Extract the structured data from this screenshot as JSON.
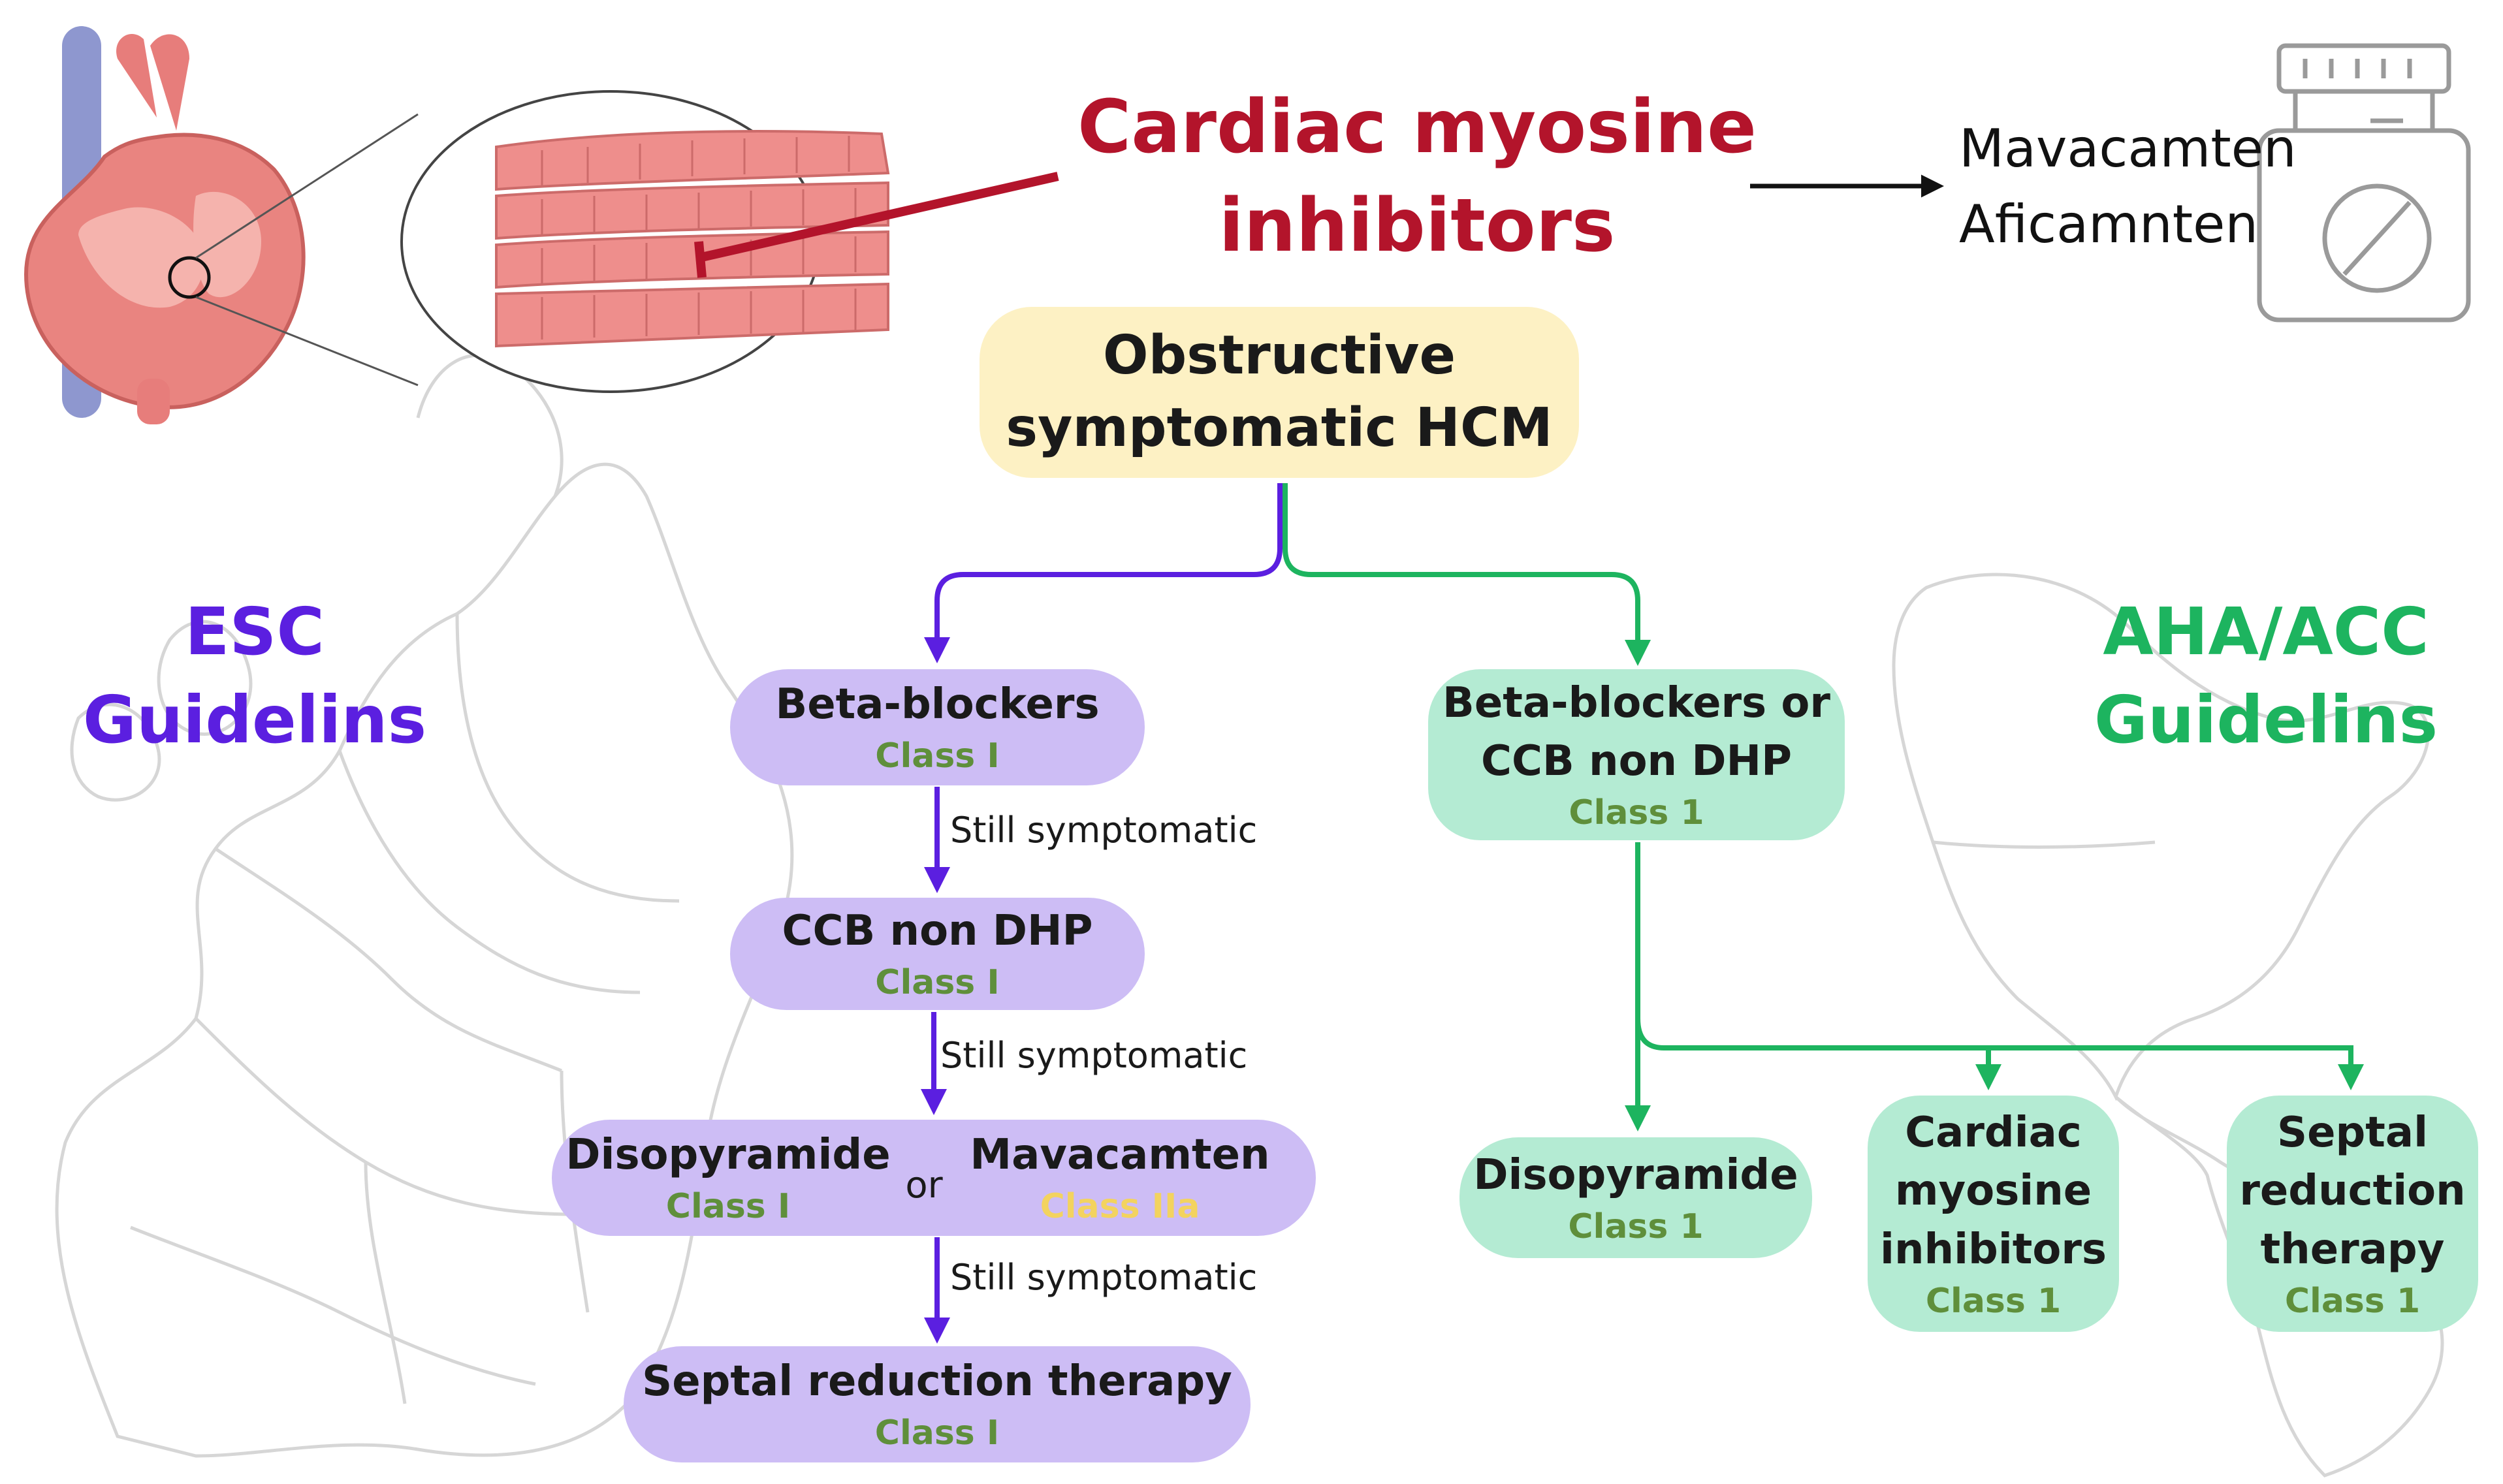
{
  "title": {
    "line1": "Cardiac myosine",
    "line2": "inhibitors"
  },
  "drugs": {
    "item1": "Mavacamten",
    "item2": "Aficamnten"
  },
  "root": {
    "line1": "Obstructive",
    "line2": "symptomatic HCM"
  },
  "esc": {
    "heading_line1": "ESC",
    "heading_line2": "Guidelins",
    "step1": {
      "name": "Beta-blockers",
      "cls": "Class I"
    },
    "transition1": "Still symptomatic",
    "step2": {
      "name": "CCB non DHP",
      "cls": "Class I"
    },
    "transition2": "Still symptomatic",
    "step3": {
      "left": {
        "name": "Disopyramide",
        "cls": "Class I"
      },
      "connector": "or",
      "right": {
        "name": "Mavacamten",
        "cls": "Class IIa"
      }
    },
    "transition3": "Still symptomatic",
    "step4": {
      "name": "Septal reduction therapy",
      "cls": "Class I"
    }
  },
  "aha": {
    "heading_line1": "AHA/ACC",
    "heading_line2": "Guidelins",
    "step1": {
      "line1": "Beta-blockers or",
      "line2": "CCB non DHP",
      "cls": "Class 1"
    },
    "option1": {
      "name": "Disopyramide",
      "cls": "Class 1"
    },
    "option2": {
      "line1": "Cardiac",
      "line2": "myosine",
      "line3": "inhibitors",
      "cls": "Class 1"
    },
    "option3": {
      "line1": "Septal",
      "line2": "reduction",
      "line3": "therapy",
      "cls": "Class 1"
    }
  },
  "colors": {
    "esc_purple": "#5b1fe0",
    "aha_green": "#1db45f",
    "title_red": "#b3142b",
    "class_green": "#5f8f3b",
    "class_yellow": "#f3d35f",
    "esc_box": "#cdbdf5",
    "aha_box": "#b4ebd3",
    "root_box": "#fdf1c4"
  },
  "icons": [
    "heart-illustration-icon",
    "muscle-fiber-icon",
    "pill-bottle-icon",
    "europe-map-outline",
    "americas-map-outline"
  ]
}
